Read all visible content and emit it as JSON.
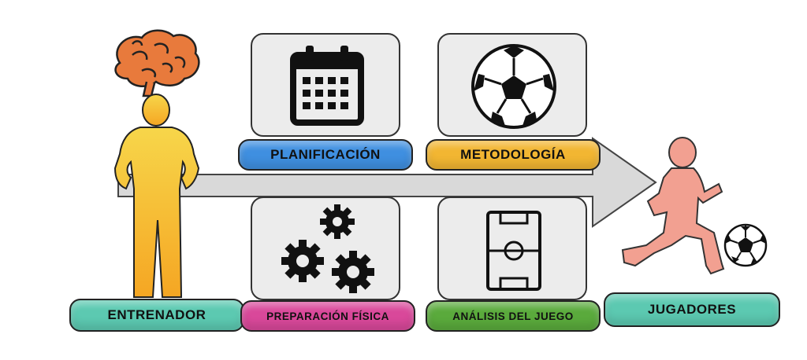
{
  "labels": {
    "coach": "ENTRENADOR",
    "planning": "PLANIFICACIÓN",
    "methodology": "METODOLOGÍA",
    "physical": "PREPARACIÓN FÍSICA",
    "analysis": "ANÁLISIS DEL JUEGO",
    "players": "JUGADORES"
  },
  "colors": {
    "coach": "#5cc9b1",
    "planning": "#3f8fe0",
    "methodology": "#f2b632",
    "physical": "#d9489a",
    "analysis": "#5aaa3c",
    "players": "#5cc9b1",
    "arrow": "#d9d9d9",
    "brain": "#e87a3c",
    "person_top": "#f7d64a",
    "person_bottom": "#f5a623",
    "player": "#f2a091"
  },
  "icons": [
    "brain-icon",
    "calendar-icon",
    "soccer-ball-icon",
    "gears-icon",
    "soccer-field-icon",
    "coach-figure-icon",
    "running-player-icon"
  ]
}
